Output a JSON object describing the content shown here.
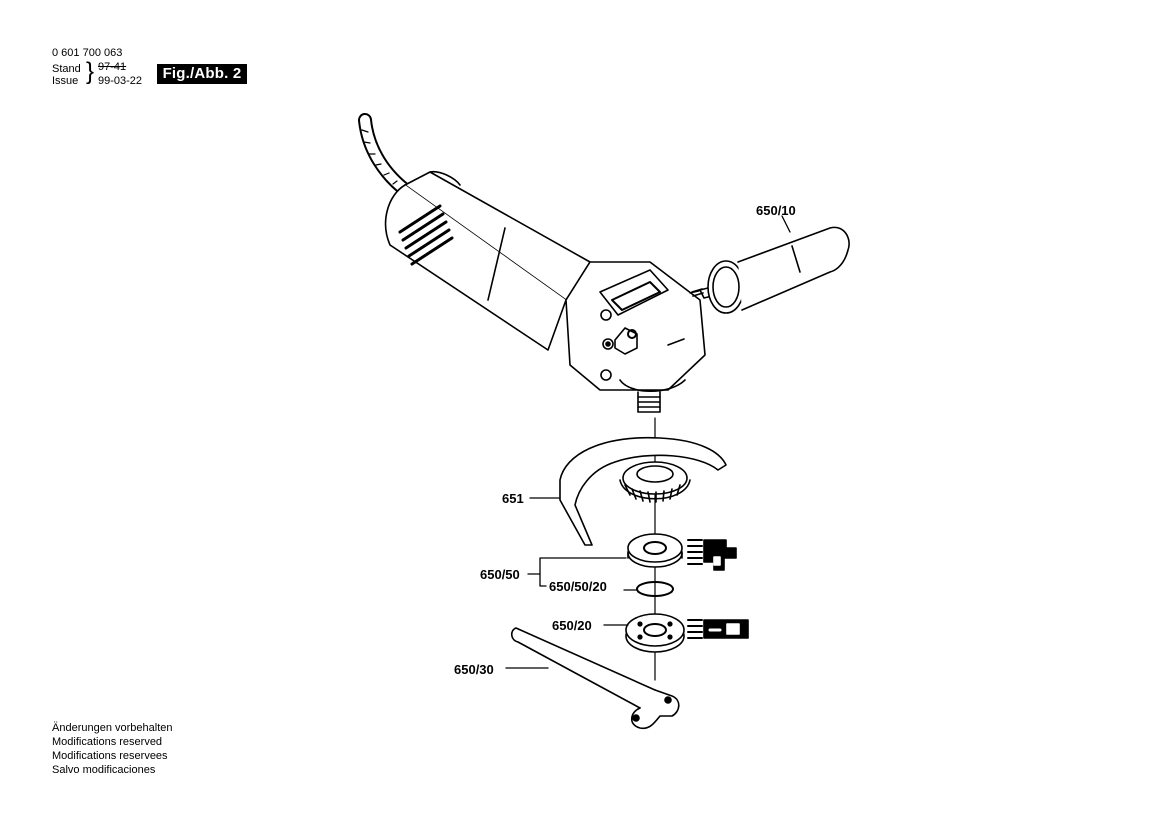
{
  "header": {
    "part_number": "0 601 700 063",
    "stand_label": "Stand",
    "issue_label": "Issue",
    "stand_value": "97-41",
    "issue_value": "99-03-22",
    "figure_label": "Fig./Abb. 2"
  },
  "callouts": {
    "handle": "650/10",
    "guard": "651",
    "flange": "650/50",
    "oring": "650/50/20",
    "clamp_nut": "650/20",
    "spanner": "650/30"
  },
  "footer": {
    "lines": [
      "Änderungen vorbehalten",
      "Modifications reserved",
      "Modifications reservees",
      "Salvo modificaciones"
    ]
  },
  "colors": {
    "ink": "#000000",
    "paper": "#ffffff"
  }
}
